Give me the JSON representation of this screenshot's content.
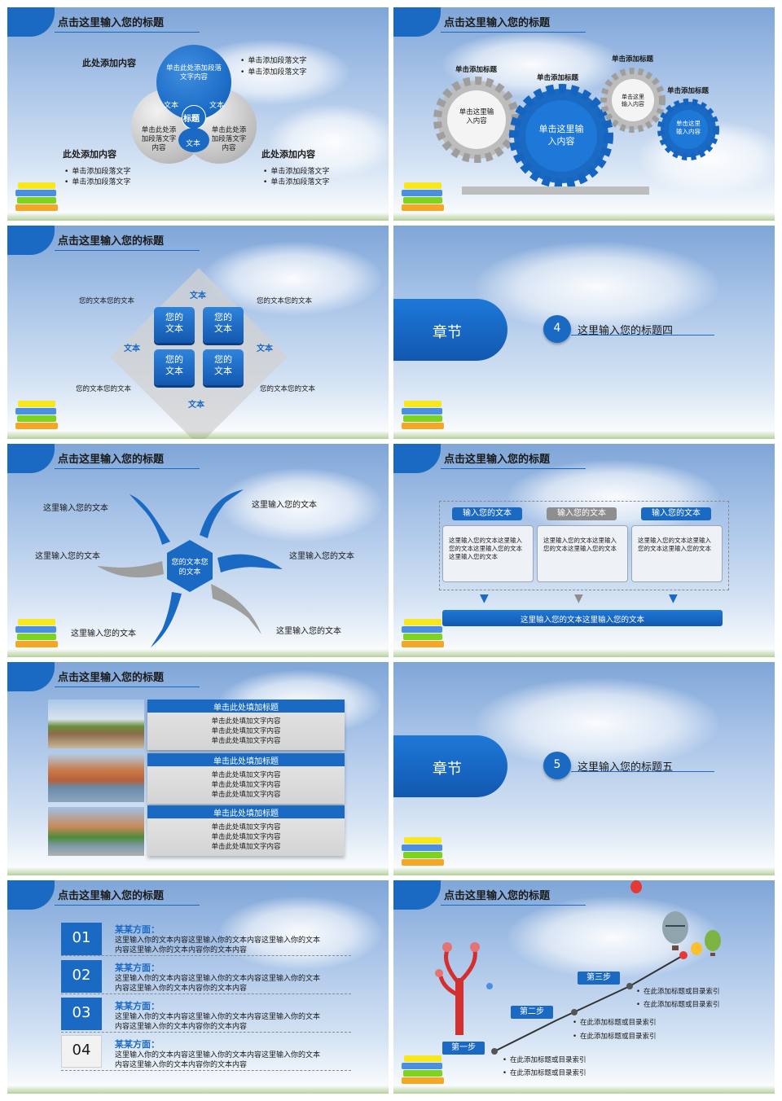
{
  "slide1": {
    "title": "点击这里输入您的标题",
    "left_heading_top": "此处添加内容",
    "bullets_top": [
      "单击添加段落文字",
      "单击添加段落文字"
    ],
    "top_circle": "单击此处添加段落文字内容",
    "text_a": "文本",
    "text_b": "文本",
    "center": "标题",
    "text_c": "文本",
    "left_circle": "单击此处添加段落文字内容",
    "right_circle": "单击此处添加段落文字内容",
    "left_heading_bottom": "此处添加内容",
    "bullets_left": [
      "单击添加段落文字",
      "单击添加段落文字"
    ],
    "right_heading_bottom": "此处添加内容",
    "bullets_right": [
      "单击添加段落文字",
      "单击添加段落文字"
    ]
  },
  "slide2": {
    "title": "点击这里输入您的标题",
    "label1": "单击添加标题",
    "label2": "单击添加标题",
    "label3": "单击添加标题",
    "label4": "单击添加标题",
    "gear1": "单击这里输入内容",
    "gear2": "单击这里输入内容",
    "gear3": "单击这里输入内容",
    "gear4": "单击这里输入内容"
  },
  "slide3": {
    "title": "点击这里输入您的标题",
    "corner_tl": "您的文本您的文本",
    "corner_tr": "您的文本您的文本",
    "corner_bl": "您的文本您的文本",
    "corner_br": "您的文本您的文本",
    "side_top": "文本",
    "side_left": "文本",
    "side_right": "文本",
    "side_bottom": "文本",
    "tiles": [
      "您的文本",
      "您的文本",
      "您的文本",
      "您的文本"
    ]
  },
  "slide4": {
    "chapter": "章节",
    "number": "4",
    "heading": "这里输入您的标题四"
  },
  "slide5": {
    "title": "点击这里输入您的标题",
    "center": "您的文本您的文本",
    "labels": [
      "这里输入您的文本",
      "这里输入您的文本",
      "这里输入您的文本",
      "这里输入您的文本",
      "这里输入您的文本",
      "这里输入您的文本"
    ]
  },
  "slide6": {
    "title": "点击这里输入您的标题",
    "cards": [
      {
        "tag": "输入您的文本",
        "body": "这里输入您的文本这里输入您的文本这里输入您的文本这里输入您的文本"
      },
      {
        "tag": "输入您的文本",
        "body": "这里输入您的文本这里输入您的文本这里输入您的文本"
      },
      {
        "tag": "输入您的文本",
        "body": "这里输入您的文本这里输入您的文本这里输入您的文本"
      }
    ],
    "bottom_bar": "这里输入您的文本这里输入您的文本"
  },
  "slide7": {
    "title": "点击这里输入您的标题",
    "rows": [
      {
        "heading": "单击此处填加标题",
        "lines": [
          "单击此处填加文字内容",
          "单击此处填加文字内容",
          "单击此处填加文字内容"
        ]
      },
      {
        "heading": "单击此处填加标题",
        "lines": [
          "单击此处填加文字内容",
          "单击此处填加文字内容",
          "单击此处填加文字内容"
        ]
      },
      {
        "heading": "单击此处填加标题",
        "lines": [
          "单击此处填加文字内容",
          "单击此处填加文字内容",
          "单击此处填加文字内容"
        ]
      }
    ]
  },
  "slide8": {
    "chapter": "章节",
    "number": "5",
    "heading": "这里输入您的标题五"
  },
  "slide9": {
    "title": "点击这里输入您的标题",
    "items": [
      {
        "num": "01",
        "heading": "某某方面：",
        "line1": "这里输入你的文本内容这里输入你的文本内容这里输入你的文本",
        "line2": "内容这里输入你的文本内容你的文本内容"
      },
      {
        "num": "02",
        "heading": "某某方面：",
        "line1": "这里输入你的文本内容这里输入你的文本内容这里输入你的文本",
        "line2": "内容这里输入你的文本内容你的文本内容"
      },
      {
        "num": "03",
        "heading": "某某方面：",
        "line1": "这里输入你的文本内容这里输入你的文本内容这里输入你的文本",
        "line2": "内容这里输入你的文本内容你的文本内容"
      },
      {
        "num": "04",
        "heading": "某某方面：",
        "line1": "这里输入你的文本内容这里输入你的文本内容这里输入你的文本",
        "line2": "内容这里输入你的文本内容你的文本内容"
      }
    ]
  },
  "slide10": {
    "title": "点击这里输入您的标题",
    "step1": "第一步",
    "step2": "第二步",
    "step3": "第三步",
    "notes1": [
      "在此添加标题或目录索引",
      "在此添加标题或目录索引"
    ],
    "notes2": [
      "在此添加标题或目录索引",
      "在此添加标题或目录索引"
    ],
    "notes3": [
      "在此添加标题或目录索引",
      "在此添加标题或目录索引"
    ]
  },
  "colors": {
    "primary": "#1a6ac4",
    "dark_blue": "#0d47a1",
    "gray": "#9e9e9e"
  }
}
